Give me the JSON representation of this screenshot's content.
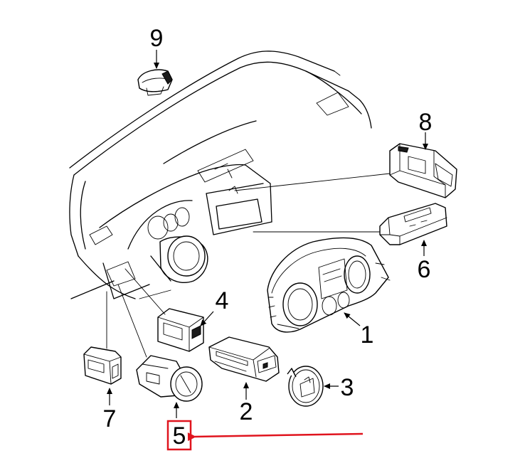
{
  "callouts": [
    {
      "id": "1",
      "label": "1"
    },
    {
      "id": "2",
      "label": "2"
    },
    {
      "id": "3",
      "label": "3"
    },
    {
      "id": "4",
      "label": "4"
    },
    {
      "id": "5",
      "label": "5"
    },
    {
      "id": "6",
      "label": "6"
    },
    {
      "id": "7",
      "label": "7"
    },
    {
      "id": "8",
      "label": "8"
    },
    {
      "id": "9",
      "label": "9"
    }
  ],
  "highlight": {
    "target_callout": "5",
    "color": "#e0141e"
  },
  "colors": {
    "line": "#000000",
    "background": "#ffffff",
    "highlight": "#e0141e"
  }
}
